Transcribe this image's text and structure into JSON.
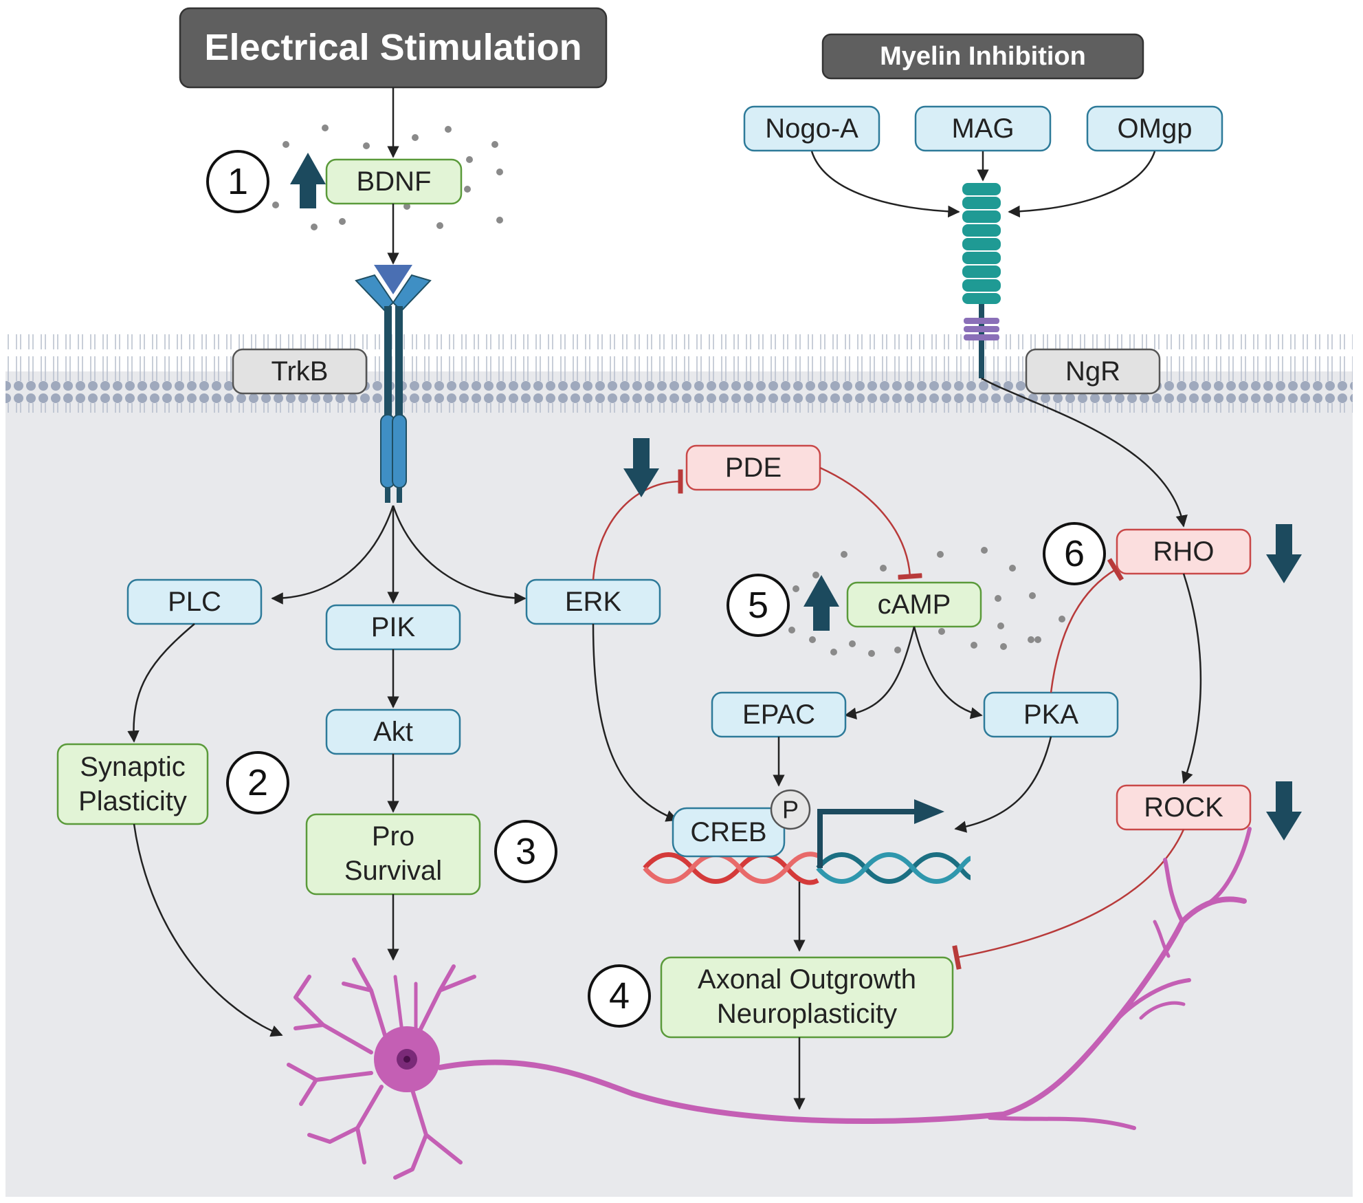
{
  "header": {
    "electrical_stimulation": "Electrical Stimulation",
    "myelin_inhibition": "Myelin Inhibition"
  },
  "receptors": {
    "trkb": "TrkB",
    "ngr": "NgR"
  },
  "myelin_ligands": [
    "Nogo-A",
    "MAG",
    "OMgp"
  ],
  "nodes": {
    "bdnf": "BDNF",
    "plc": "PLC",
    "pik": "PIK",
    "erk": "ERK",
    "akt": "Akt",
    "pde": "PDE",
    "camp": "cAMP",
    "rho": "RHO",
    "epac": "EPAC",
    "pka": "PKA",
    "creb": "CREB",
    "phospho": "P",
    "rock": "ROCK"
  },
  "outcomes": {
    "synaptic_line1": "Synaptic",
    "synaptic_line2": "Plasticity",
    "prosurvival_line1": "Pro",
    "prosurvival_line2": "Survival",
    "axonal_line1": "Axonal Outgrowth",
    "axonal_line2": "Neuroplasticity"
  },
  "step_numbers": [
    "1",
    "2",
    "3",
    "4",
    "5",
    "6"
  ],
  "colors": {
    "background": "#e8e9ec",
    "membrane": "#9fa9bd",
    "receptor": "#3f8fc4",
    "receptor_dark": "#1f4f63",
    "ngr_receptor": "#1f9a94",
    "arrow_up_down": "#1c4a5e",
    "neuron": "#c45fb4",
    "dna_red": "#d43a3a",
    "dna_teal": "#1b6f82"
  },
  "icons": [
    "up-arrow-icon",
    "down-arrow-icon",
    "neuron-icon",
    "dna-helix-icon",
    "transcription-arrow-icon",
    "receptor-icon"
  ]
}
